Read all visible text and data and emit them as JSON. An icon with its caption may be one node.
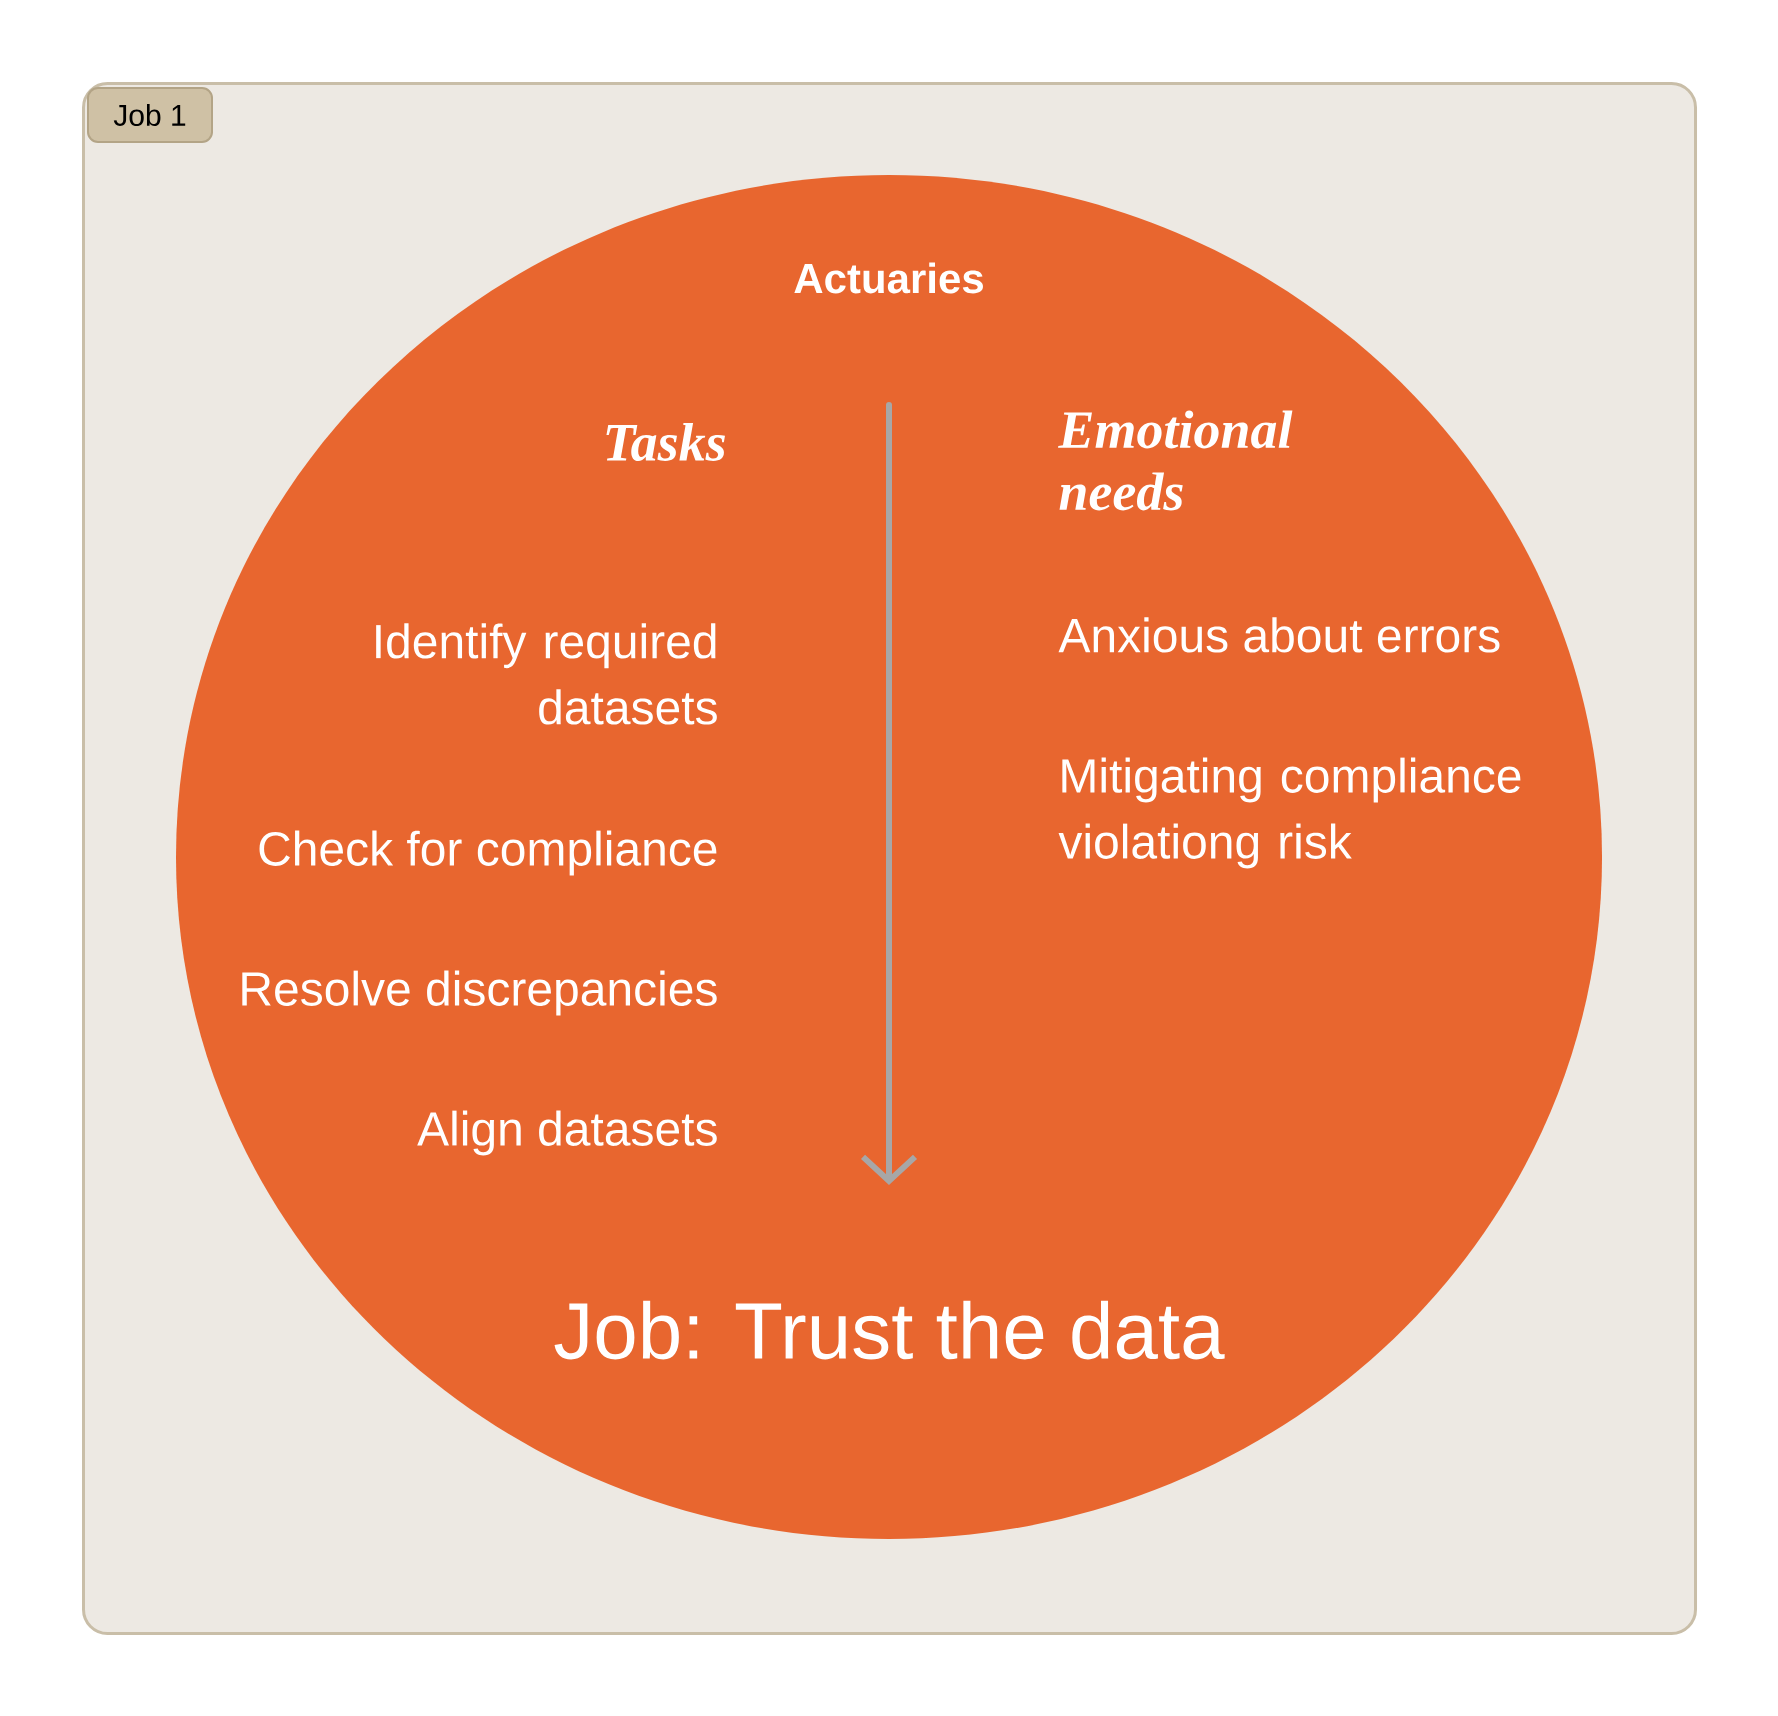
{
  "diagram": {
    "nodes": [
      {
        "text": [],
        "shape": "box"
      },
      {
        "text": [
          "Job 1"
        ],
        "in": 0
      },
      {
        "text": [
          "Actuaries",
          "Job: Trust the data"
        ],
        "in": 0
      }
    ],
    "labels": [
      "Tasks",
      "Emotional needs",
      "Identify required datasets",
      "Check for compliance",
      "Resolve discrepancies",
      "Align datasets",
      "Anxious about errors",
      "Mitigating compliance violationg risk"
    ]
  }
}
